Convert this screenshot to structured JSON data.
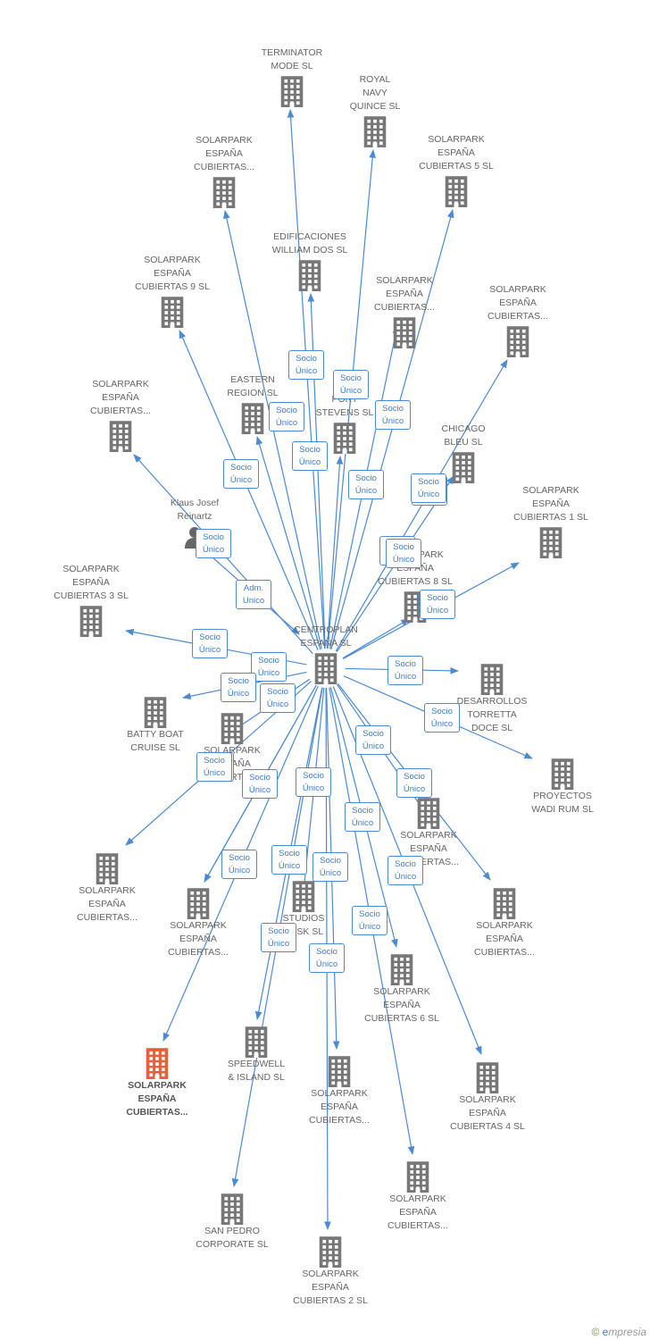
{
  "colors": {
    "edge": "#4a8ad6",
    "building": "#777777",
    "highlight": "#e8603a",
    "person": "#666666"
  },
  "center": {
    "label": "CENTROPLAN\nESPAÑA SL"
  },
  "nodes": [
    {
      "id": "terminator",
      "label": "TERMINATOR\nMODE SL",
      "icon": "building-icon"
    },
    {
      "id": "royal",
      "label": "ROYAL\nNAVY\nQUINCE SL",
      "icon": "building-icon"
    },
    {
      "id": "sol-a",
      "label": "SOLARPARK\nESPAÑA\nCUBIERTAS...",
      "icon": "building-icon"
    },
    {
      "id": "sol5",
      "label": "SOLARPARK\nESPAÑA\nCUBIERTAS 5 SL",
      "icon": "building-icon"
    },
    {
      "id": "edif",
      "label": "EDIFICACIONES\nWILLIAM DOS SL",
      "icon": "building-icon"
    },
    {
      "id": "sol9",
      "label": "SOLARPARK\nESPAÑA\nCUBIERTAS 9 SL",
      "icon": "building-icon"
    },
    {
      "id": "sol-b",
      "label": "SOLARPARK\nESPAÑA\nCUBIERTAS...",
      "icon": "building-icon"
    },
    {
      "id": "sol-c",
      "label": "SOLARPARK\nESPAÑA\nCUBIERTAS...",
      "icon": "building-icon"
    },
    {
      "id": "eastern",
      "label": "EASTERN\nREGION SL",
      "icon": "building-icon"
    },
    {
      "id": "stevens",
      "label": "PORT\nSTEVENS SL",
      "icon": "building-icon"
    },
    {
      "id": "sol-d",
      "label": "SOLARPARK\nESPAÑA\nCUBIERTAS...",
      "icon": "building-icon"
    },
    {
      "id": "chicago",
      "label": "CHICAGO\nBLEU SL",
      "icon": "building-icon"
    },
    {
      "id": "klaus",
      "label": "Klaus Josef\nReinartz",
      "icon": "person-icon"
    },
    {
      "id": "sol1",
      "label": "SOLARPARK\nESPAÑA\nCUBIERTAS 1  SL",
      "icon": "building-icon"
    },
    {
      "id": "sol3",
      "label": "SOLARPARK\nESPAÑA\nCUBIERTAS 3 SL",
      "icon": "building-icon"
    },
    {
      "id": "sol8",
      "label": "SOLARPARK\nESPAÑA\nCUBIERTAS 8 SL",
      "icon": "building-icon"
    },
    {
      "id": "desarrollos",
      "label": "DESARROLLOS\nTORRETTA\nDOCE SL",
      "icon": "building-icon"
    },
    {
      "id": "batty",
      "label": "BATTY BOAT\nCRUISE SL",
      "icon": "building-icon"
    },
    {
      "id": "sol-e",
      "label": "SOLARPARK\nESPAÑA\nCUBIERTAS...",
      "icon": "building-icon"
    },
    {
      "id": "proyectos",
      "label": "PROYECTOS\nWADI RUM SL",
      "icon": "building-icon"
    },
    {
      "id": "sol-f",
      "label": "SOLARPARK\nESPAÑA\nCUBIERTAS...",
      "icon": "building-icon"
    },
    {
      "id": "sol-g",
      "label": "SOLARPARK\nESPAÑA\nCUBIERTAS...",
      "icon": "building-icon"
    },
    {
      "id": "sol-h",
      "label": "SOLARPARK\nESPAÑA\nCUBIERTAS...",
      "icon": "building-icon"
    },
    {
      "id": "studios",
      "label": "STUDIOS\nDESK SL",
      "icon": "building-icon"
    },
    {
      "id": "sol-i",
      "label": "SOLARPARK\nESPAÑA\nCUBIERTAS...",
      "icon": "building-icon"
    },
    {
      "id": "sol6",
      "label": "SOLARPARK\nESPAÑA\nCUBIERTAS 6 SL",
      "icon": "building-icon"
    },
    {
      "id": "sol-hl",
      "label": "SOLARPARK\nESPAÑA\nCUBIERTAS...",
      "icon": "building-icon",
      "highlight": true
    },
    {
      "id": "speedwell",
      "label": "SPEEDWELL\n& ISLAND SL",
      "icon": "building-icon"
    },
    {
      "id": "sol-j",
      "label": "SOLARPARK\nESPAÑA\nCUBIERTAS...",
      "icon": "building-icon"
    },
    {
      "id": "sol4",
      "label": "SOLARPARK\nESPAÑA\nCUBIERTAS 4 SL",
      "icon": "building-icon"
    },
    {
      "id": "sol-k",
      "label": "SOLARPARK\nESPAÑA\nCUBIERTAS...",
      "icon": "building-icon"
    },
    {
      "id": "sanpedro",
      "label": "SAN PEDRO\nCORPORATE SL",
      "icon": "building-icon"
    },
    {
      "id": "sol2",
      "label": "SOLARPARK\nESPAÑA\nCUBIERTAS 2 SL",
      "icon": "building-icon"
    }
  ],
  "edges": [
    {
      "target": "terminator",
      "label": "Socio\nÚnico"
    },
    {
      "target": "royal",
      "label": "Socio\nÚnico"
    },
    {
      "target": "sol-a",
      "label": "Socio\nÚnico"
    },
    {
      "target": "sol5",
      "label": "Socio\nÚnico"
    },
    {
      "target": "edif",
      "label": "Socio\nÚnico"
    },
    {
      "target": "sol9",
      "label": "Socio\nÚnico"
    },
    {
      "target": "sol-b",
      "label": "Socio\nÚnico"
    },
    {
      "target": "sol-c",
      "label": "Socio\nÚnico"
    },
    {
      "target": "eastern",
      "label": "Socio\nÚnico"
    },
    {
      "target": "stevens",
      "label": "Socio\nÚnico"
    },
    {
      "target": "sol-d",
      "label": "Socio\nÚnico"
    },
    {
      "target": "chicago",
      "label": "Socio\nÚnico"
    },
    {
      "source": "klaus",
      "target": "center",
      "label": "Adm.\nUnico"
    },
    {
      "target": "sol1",
      "label": "Socio\nÚnico"
    },
    {
      "target": "sol3",
      "label": "Socio\nÚnico"
    },
    {
      "target": "sol8",
      "label": "Socio\nÚnico"
    },
    {
      "target": "desarrollos",
      "label": "Socio\nÚnico"
    },
    {
      "target": "batty",
      "label": "Socio\nÚnico"
    },
    {
      "target": "sol-e",
      "label": "Socio\nÚnico"
    },
    {
      "target": "proyectos",
      "label": "Socio\nÚnico"
    },
    {
      "target": "sol-f",
      "label": "Socio\nÚnico"
    },
    {
      "target": "sol-g",
      "label": "Socio\nÚnico"
    },
    {
      "target": "sol-h",
      "label": "Socio\nÚnico"
    },
    {
      "target": "studios",
      "label": "Socio\nÚnico"
    },
    {
      "target": "sol-i",
      "label": "Socio\nÚnico"
    },
    {
      "target": "sol6",
      "label": "Socio\nÚnico"
    },
    {
      "target": "sol-hl",
      "label": "Socio\nÚnico"
    },
    {
      "target": "speedwell",
      "label": "Socio\nÚnico"
    },
    {
      "target": "sol-j",
      "label": "Socio\nÚnico"
    },
    {
      "target": "sol4",
      "label": "Socio\nÚnico"
    },
    {
      "target": "sol-k",
      "label": "Socio\nÚnico"
    },
    {
      "target": "sanpedro",
      "label": "Socio\nÚnico"
    },
    {
      "target": "sol2",
      "label": "Socio\nÚnico"
    },
    {
      "target": "sol-h",
      "label": "Socio\nÚnico"
    }
  ],
  "footer": {
    "copyright": "©",
    "brand_initial": "e",
    "brand_rest": "mpresia"
  }
}
